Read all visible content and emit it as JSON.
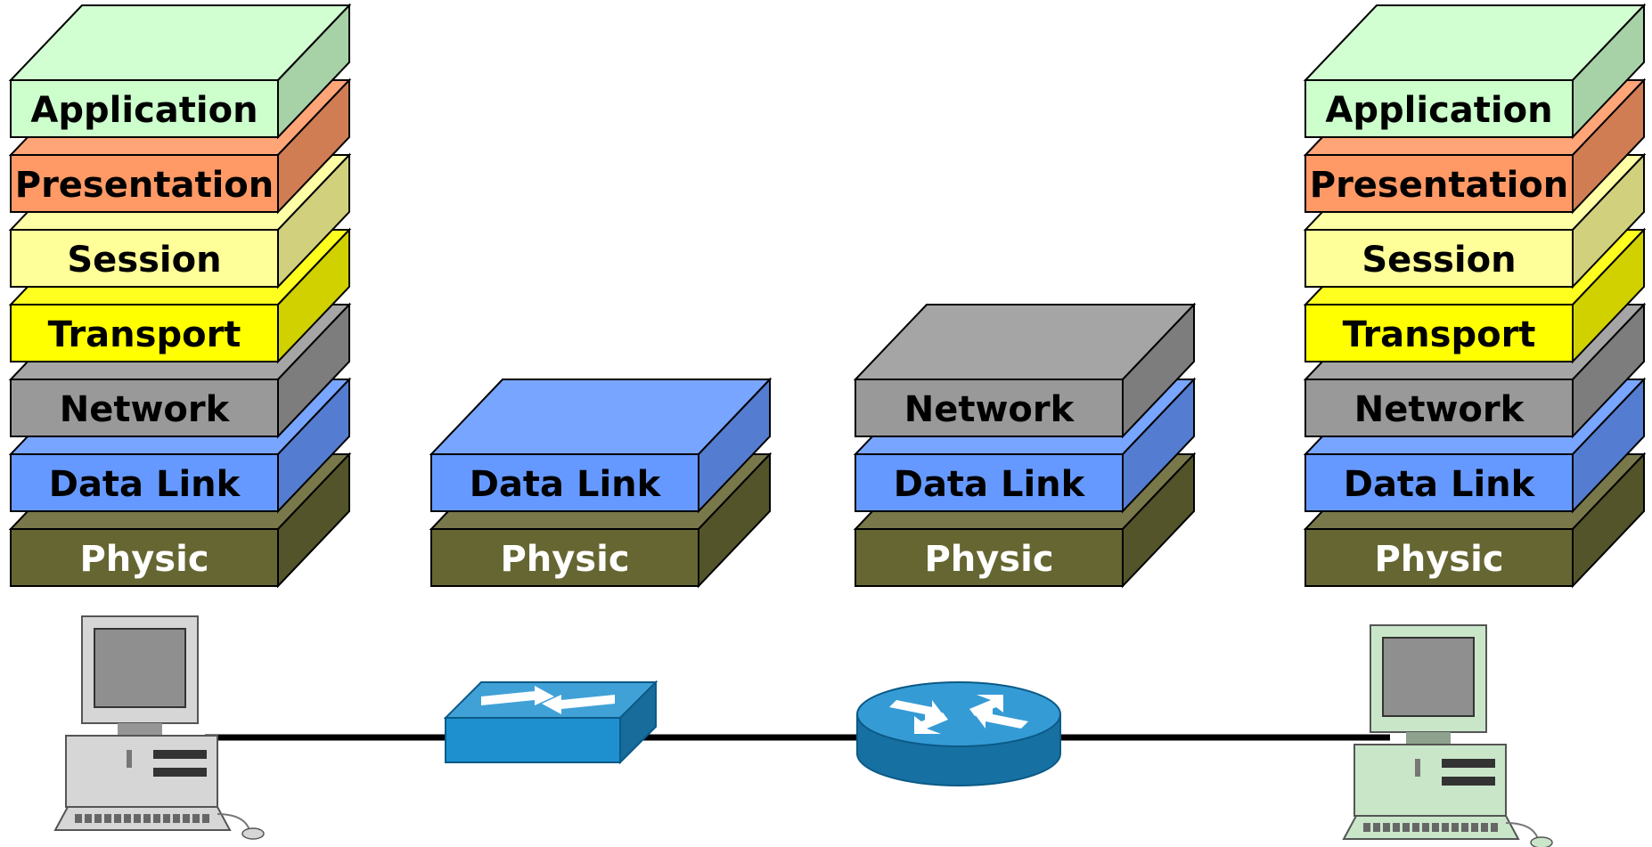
{
  "stacks": [
    {
      "name": "end-host-left",
      "layers": [
        {
          "label": "Application",
          "color": "#ccffcc"
        },
        {
          "label": "Presentation",
          "color": "#ff9966"
        },
        {
          "label": "Session",
          "color": "#ffff99"
        },
        {
          "label": "Transport",
          "color": "#ffff00"
        },
        {
          "label": "Network",
          "color": "#999999"
        },
        {
          "label": "Data Link",
          "color": "#6699ff"
        },
        {
          "label": "Physic",
          "color": "#666633"
        }
      ]
    },
    {
      "name": "switch",
      "layers": [
        {
          "label": "Data Link",
          "color": "#6699ff"
        },
        {
          "label": "Physic",
          "color": "#666633"
        }
      ]
    },
    {
      "name": "router",
      "layers": [
        {
          "label": "Network",
          "color": "#999999"
        },
        {
          "label": "Data Link",
          "color": "#6699ff"
        },
        {
          "label": "Physic",
          "color": "#666633"
        }
      ]
    },
    {
      "name": "end-host-right",
      "layers": [
        {
          "label": "Application",
          "color": "#ccffcc"
        },
        {
          "label": "Presentation",
          "color": "#ff9966"
        },
        {
          "label": "Session",
          "color": "#ffff99"
        },
        {
          "label": "Transport",
          "color": "#ffff00"
        },
        {
          "label": "Network",
          "color": "#999999"
        },
        {
          "label": "Data Link",
          "color": "#6699ff"
        },
        {
          "label": "Physic",
          "color": "#666633"
        }
      ]
    }
  ],
  "devices": [
    {
      "name": "left-computer-icon",
      "type": "computer"
    },
    {
      "name": "switch-icon",
      "type": "switch"
    },
    {
      "name": "router-icon",
      "type": "router"
    },
    {
      "name": "right-computer-icon",
      "type": "computer"
    }
  ],
  "colors": {
    "outline": "#000000",
    "link_line": "#000000",
    "device_blue": "#1e90d0"
  }
}
